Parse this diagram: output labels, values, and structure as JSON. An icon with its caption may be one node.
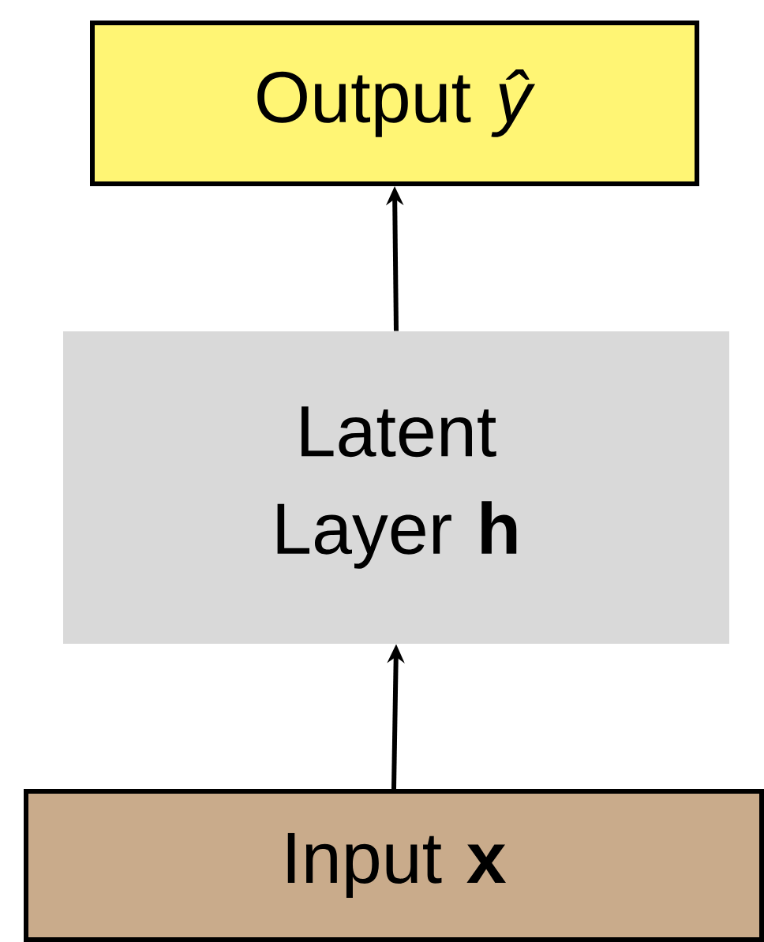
{
  "diagram": {
    "nodes": [
      {
        "text": [
          "Output *ŷ*"
        ]
      },
      {
        "text": [
          "Latent Layer **h**"
        ]
      },
      {
        "text": [
          "Input **x**"
        ]
      }
    ],
    "edges": [
      {
        "from": 1,
        "to": 0,
        "arrow": "to"
      },
      {
        "from": 2,
        "to": 1,
        "arrow": "to"
      }
    ]
  }
}
